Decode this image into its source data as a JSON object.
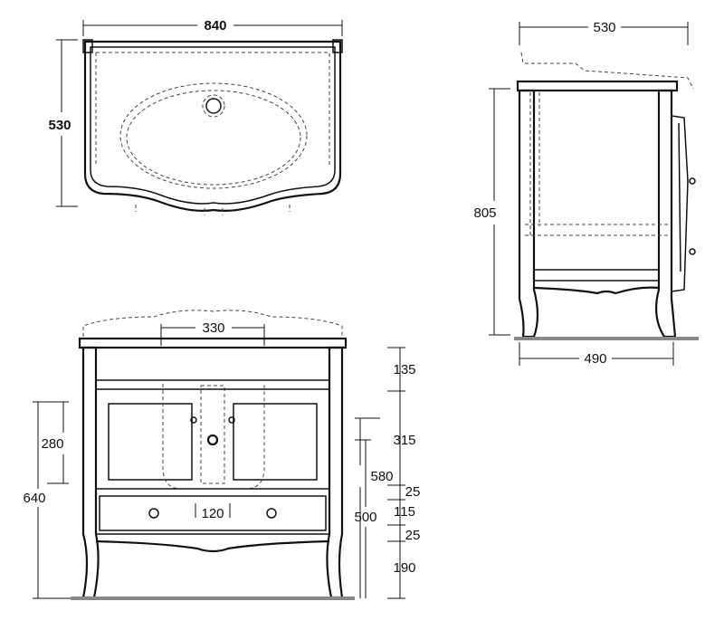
{
  "top_view": {
    "width_label": "840",
    "depth_label": "530"
  },
  "side_view": {
    "depth_label": "530",
    "height_label": "805",
    "base_depth_label": "490"
  },
  "front_view": {
    "basin_opening_label": "330",
    "handle_spacing_label": "120",
    "left_dims": [
      "280",
      "640"
    ],
    "right_outer_dims": [
      "580",
      "500"
    ],
    "right_stack_dims": [
      "135",
      "315",
      "25",
      "115",
      "25",
      "190"
    ]
  }
}
